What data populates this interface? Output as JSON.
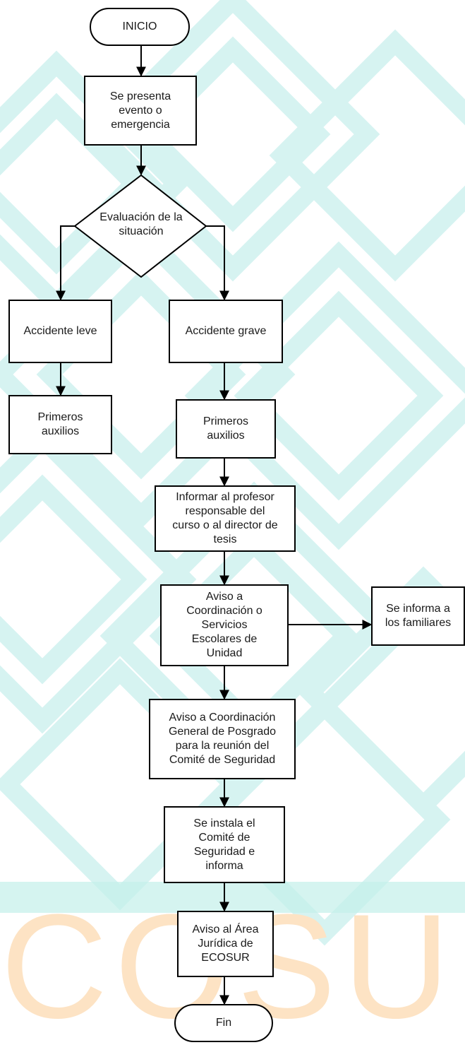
{
  "colors": {
    "pattern": "#d6f3f1",
    "band": "#c3efe9",
    "watermark": "#fde3c4",
    "stroke": "#000000",
    "box_fill": "#ffffff"
  },
  "watermark": {
    "text": "ECOSUR"
  },
  "nodes": {
    "start": "INICIO",
    "event": "Se presenta\nevento o\nemergencia",
    "decision": "Evaluación de la\nsituación",
    "minor": "Accidente leve",
    "major": "Accidente grave",
    "first_aid_left": "Primeros\nauxilios",
    "first_aid_right": "Primeros\nauxilios",
    "inform_prof": "Informar al profesor\nresponsable del\ncurso o al director de\ntesis",
    "notice_coord": "Aviso a\nCoordinación o\nServicios\nEscolares de\nUnidad",
    "family": "Se informa a\nlos familiares",
    "notice_general": "Aviso a Coordinación\nGeneral de Posgrado\npara la reunión del\nComité de Seguridad",
    "committee": "Se instala el\nComité de\nSeguridad e\ninforma",
    "legal": "Aviso al Área\nJurídica de\nECOSUR",
    "end": "Fin"
  }
}
